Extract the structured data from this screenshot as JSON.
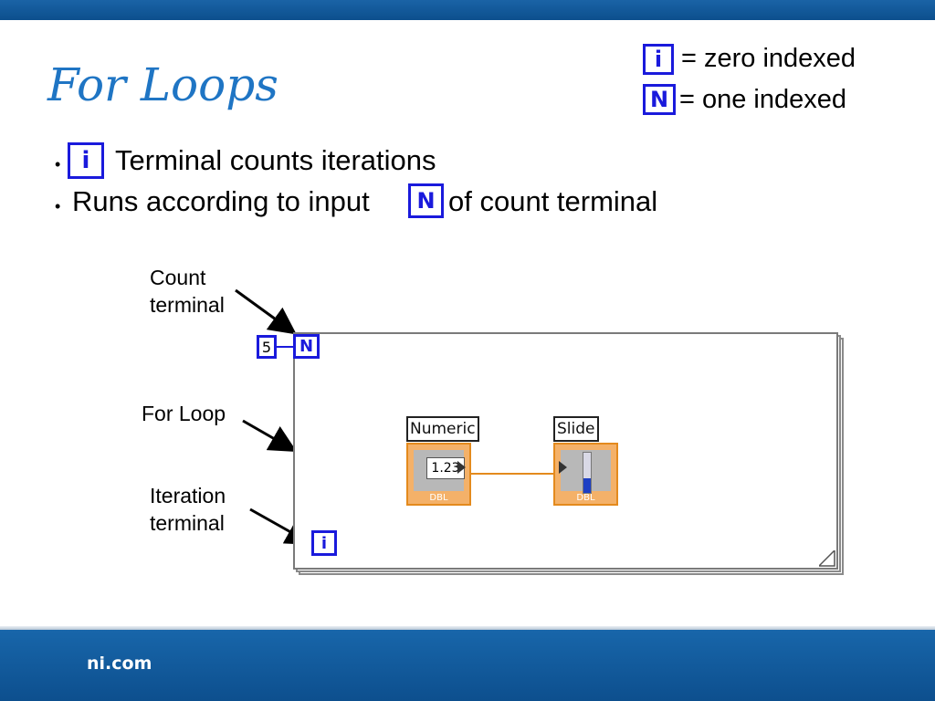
{
  "slide": {
    "title": "For Loops",
    "footer_brand": "ni.com"
  },
  "legend": [
    {
      "icon": "i",
      "text": "= zero indexed"
    },
    {
      "icon": "N",
      "text": "= one indexed"
    }
  ],
  "bullets": [
    {
      "dot": "•",
      "icon": "i",
      "text": "Terminal counts iterations"
    },
    {
      "dot": "•",
      "before": "Runs according to input",
      "icon": "N",
      "after": "of count terminal"
    }
  ],
  "diagram": {
    "labels": {
      "count_terminal": [
        "Count",
        "terminal"
      ],
      "for_loop": "For Loop",
      "iteration_terminal": [
        "Iteration",
        "terminal"
      ]
    },
    "count_input_value": "5",
    "count_icon": "N",
    "iteration_icon": "i",
    "numeric": {
      "label": "Numeric",
      "value": "1.23",
      "type": "DBL"
    },
    "slide_indicator": {
      "label": "Slide",
      "type": "DBL"
    }
  },
  "colors": {
    "header_blue": "#0c4f8d",
    "title_blue": "#1f75c4",
    "terminal_blue": "#1a1adc",
    "dbl_orange": "#e48a1d"
  }
}
